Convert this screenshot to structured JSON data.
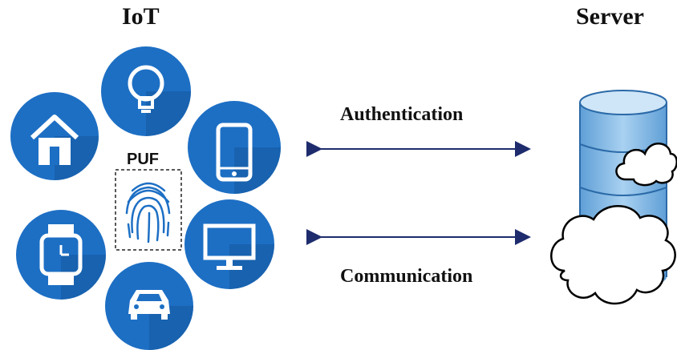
{
  "iot_title": "IoT",
  "server_title": "Server",
  "puf_label": "PUF",
  "auth_label": "Authentication",
  "comm_label": "Communication",
  "colors": {
    "circle": "#1d6fc4",
    "circle_shadow": "#165aa1",
    "arrow": "#1e2c6e",
    "db": "#7db6e4"
  },
  "icons": [
    "house-icon",
    "lightbulb-icon",
    "smartphone-icon",
    "monitor-icon",
    "car-icon",
    "smartwatch-icon",
    "fingerprint-icon",
    "database-icon",
    "cloud-icon"
  ]
}
